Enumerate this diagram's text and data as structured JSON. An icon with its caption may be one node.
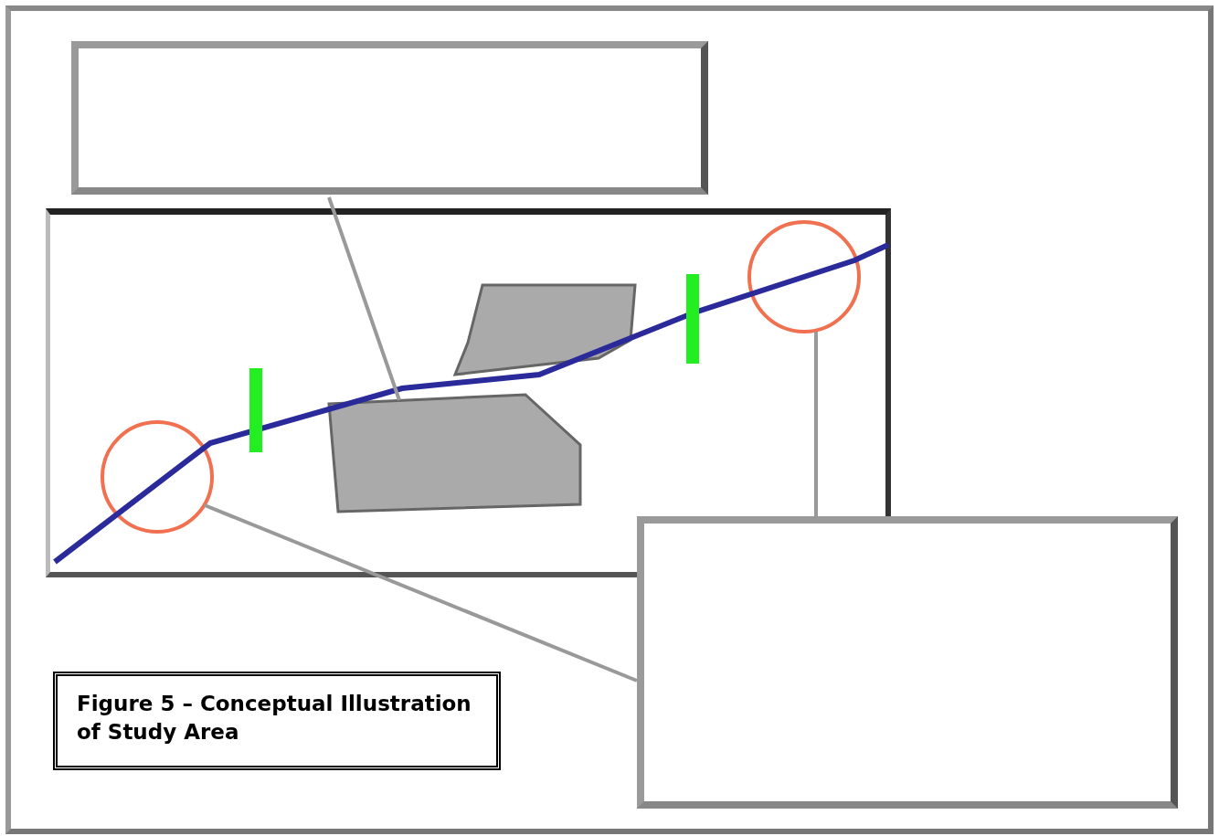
{
  "diagram": {
    "title": "Figure 5 – Conceptual Illustration of Study Area",
    "nodes": [
      {
        "text": [],
        "shape": "box"
      },
      {
        "text": [],
        "shape": "box"
      },
      {
        "text": [],
        "shape": "polygon",
        "in": 1
      },
      {
        "text": [],
        "shape": "polygon",
        "in": 1
      },
      {
        "text": [],
        "shape": "circle",
        "in": 1
      },
      {
        "text": [],
        "shape": "circle",
        "in": 1
      },
      {
        "text": [],
        "shape": "box"
      }
    ],
    "edges": [
      {
        "from": 0,
        "to": 3,
        "arrow": "none"
      },
      {
        "from": 6,
        "to": 4,
        "arrow": "none"
      },
      {
        "from": 6,
        "to": 5,
        "arrow": "none"
      }
    ]
  }
}
